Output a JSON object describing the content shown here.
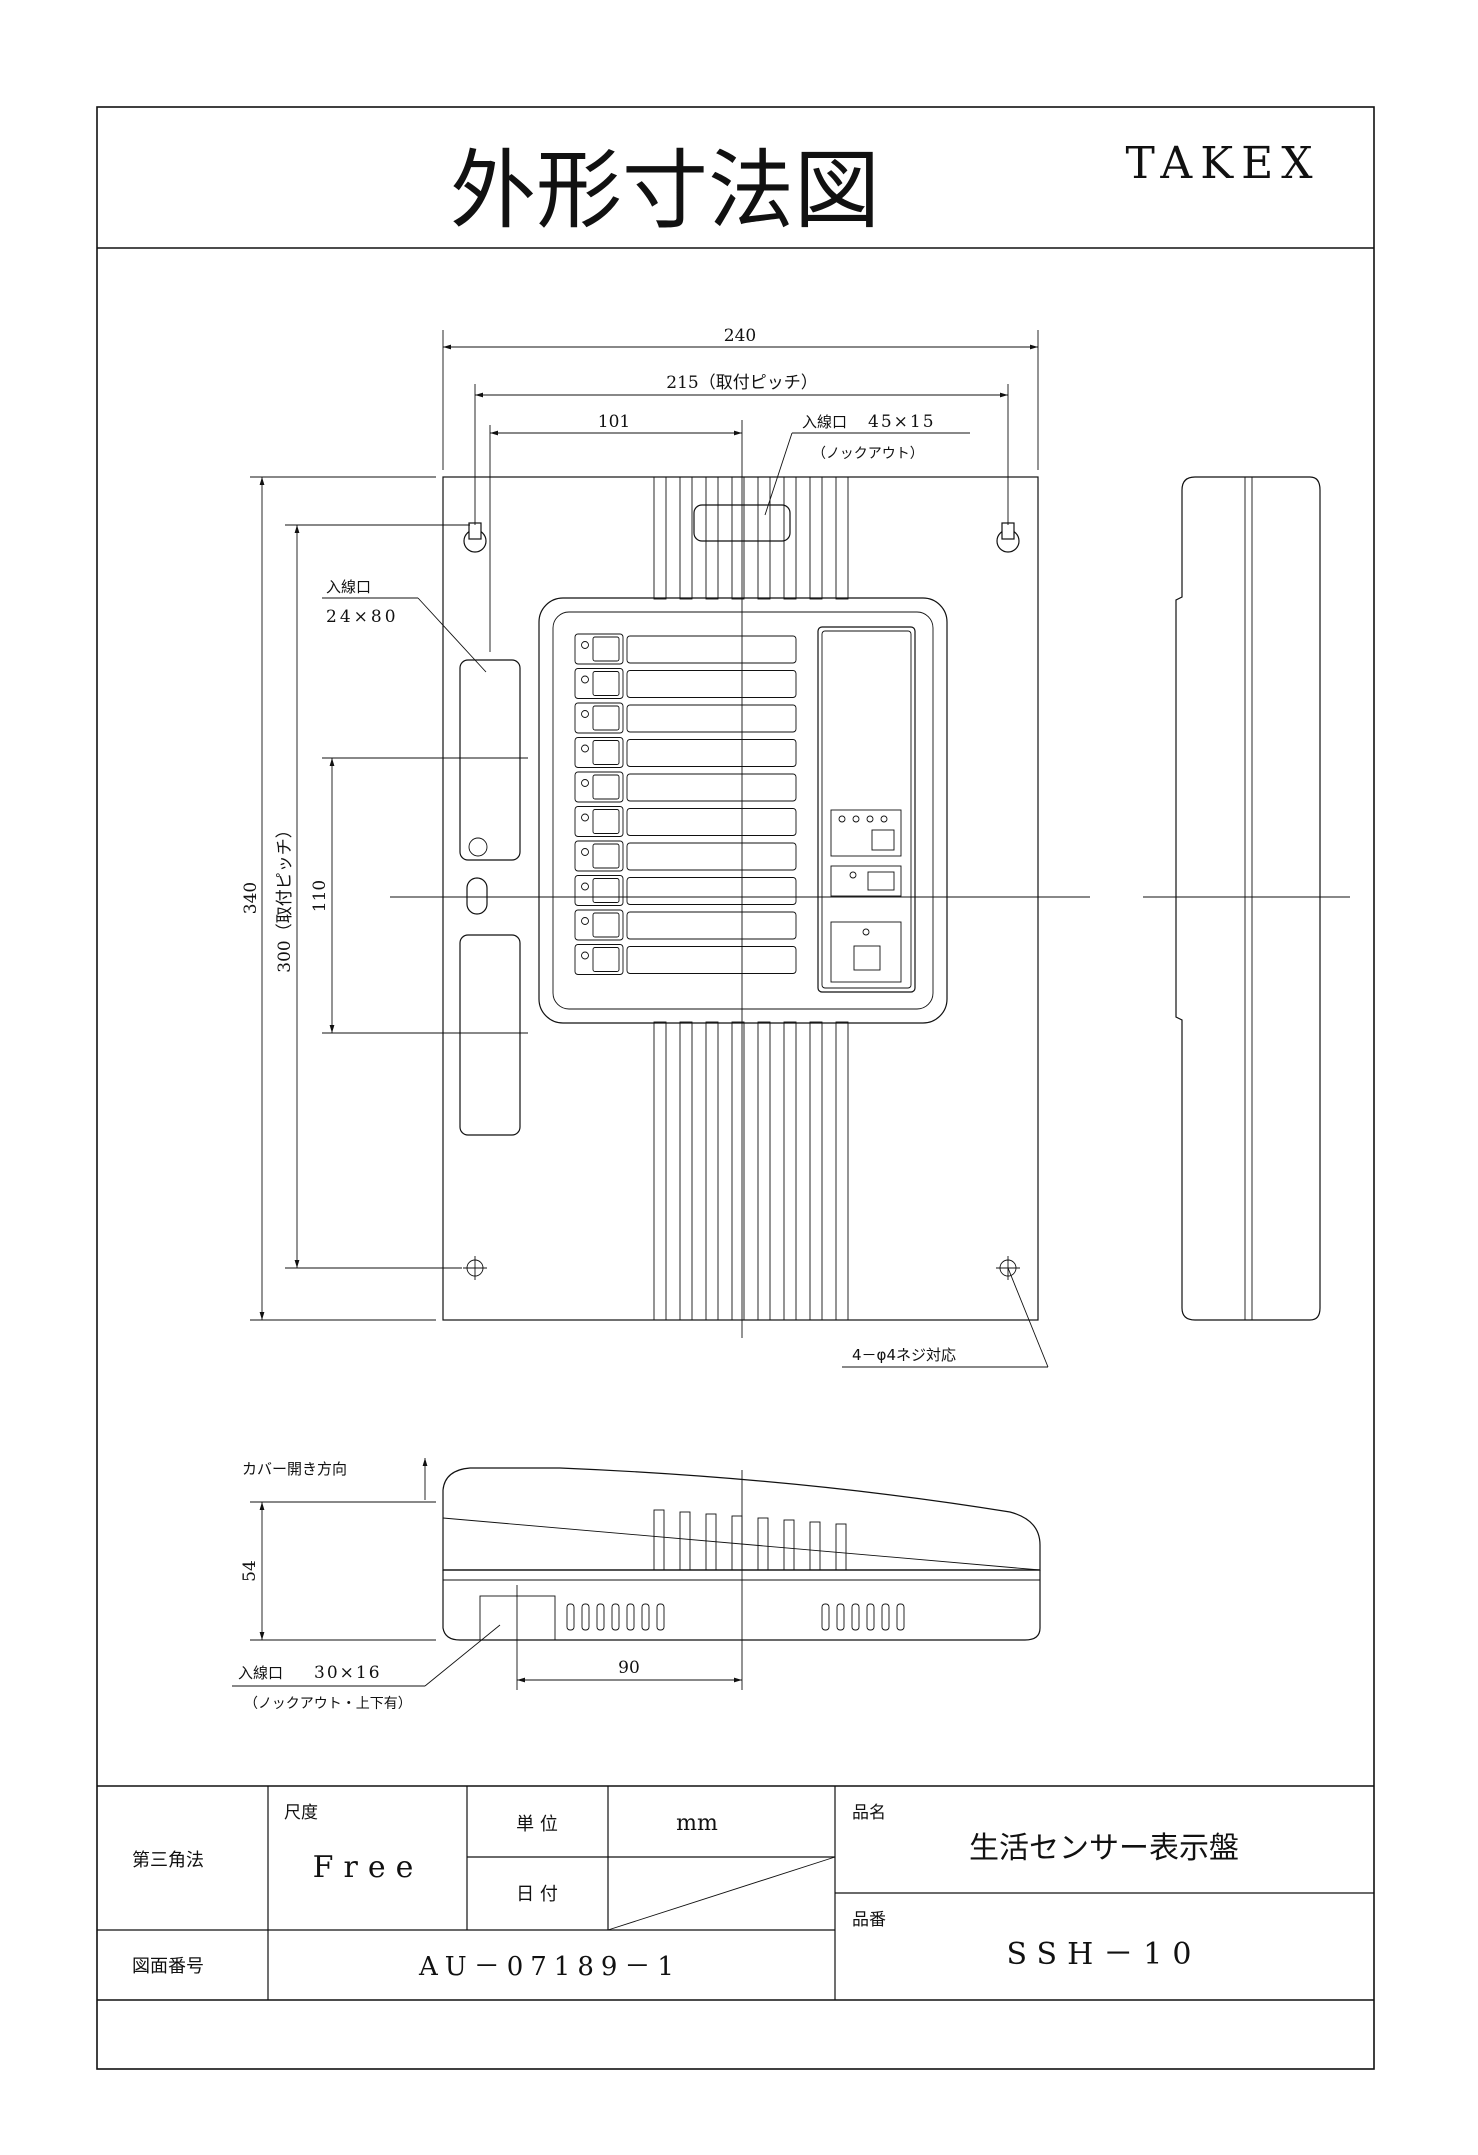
{
  "drawing": {
    "title": "外形寸法図",
    "brand": "TAKEX"
  },
  "front_view": {
    "dim_width": "240",
    "dim_pitch_h": "215（取付ピッチ）",
    "dim_101": "101",
    "entry_top_label": "入線口",
    "entry_top_size": "45×15",
    "entry_top_note": "（ノックアウト）",
    "entry_left_label": "入線口",
    "entry_left_size": "24×80",
    "dim_height": "340",
    "dim_pitch_v": "300（取付ピッチ）",
    "dim_110": "110",
    "screw_note": "4－φ4ネジ対応",
    "zone_count": 10
  },
  "side_view": {
    "cover_label": "カバー開き方向",
    "dim_54": "54",
    "dim_90": "90",
    "entry_bottom_label": "入線口",
    "entry_bottom_size": "30×16",
    "entry_bottom_note": "（ノックアウト・上下有）"
  },
  "title_block": {
    "projection": "第三角法",
    "scale_label": "尺度",
    "scale_value": "Free",
    "unit_label": "単 位",
    "unit_value": "mm",
    "date_label": "日 付",
    "product_name_label": "品名",
    "product_name": "生活センサー表示盤",
    "product_no_label": "品番",
    "product_no": "SSH－10",
    "drawing_no_label": "図面番号",
    "drawing_no": "AU－07189－1"
  }
}
